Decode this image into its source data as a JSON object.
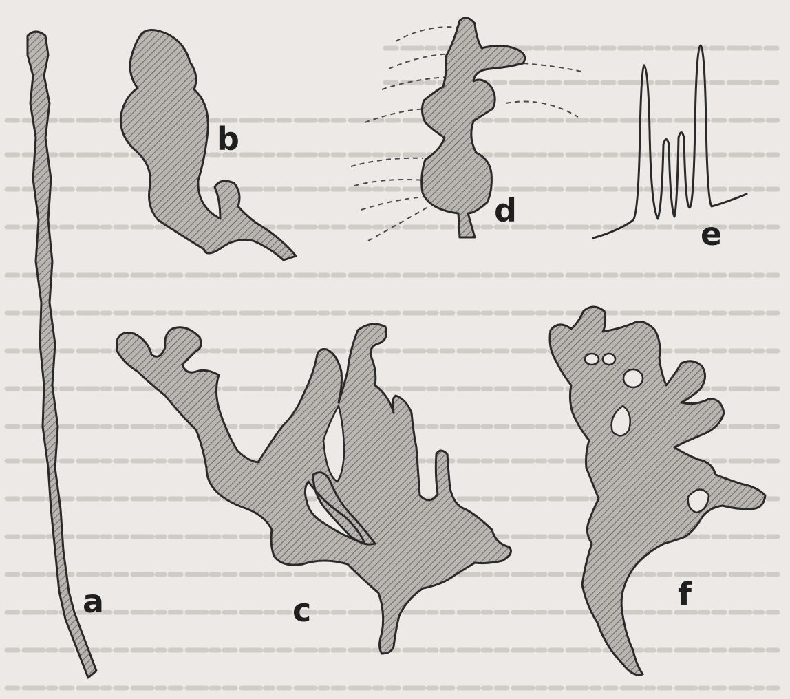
{
  "figure": {
    "labels": {
      "a": "a",
      "b": "b",
      "c": "c",
      "d": "d",
      "e": "e",
      "f": "f"
    },
    "colors": {
      "paper": "#ece9e6",
      "ink": "#2a2a2a",
      "hatch": "#6b6b6b",
      "show_through": "#cfcbc6"
    },
    "panels": [
      {
        "id": "a",
        "name": "thin-filament-growth-form"
      },
      {
        "id": "b",
        "name": "compact-lobed-growth-form"
      },
      {
        "id": "c",
        "name": "large-branching-dendritic-form"
      },
      {
        "id": "d",
        "name": "banded-stem-growth-form"
      },
      {
        "id": "e",
        "name": "spike-profile"
      },
      {
        "id": "f",
        "name": "branching-form-with-holes"
      }
    ]
  }
}
